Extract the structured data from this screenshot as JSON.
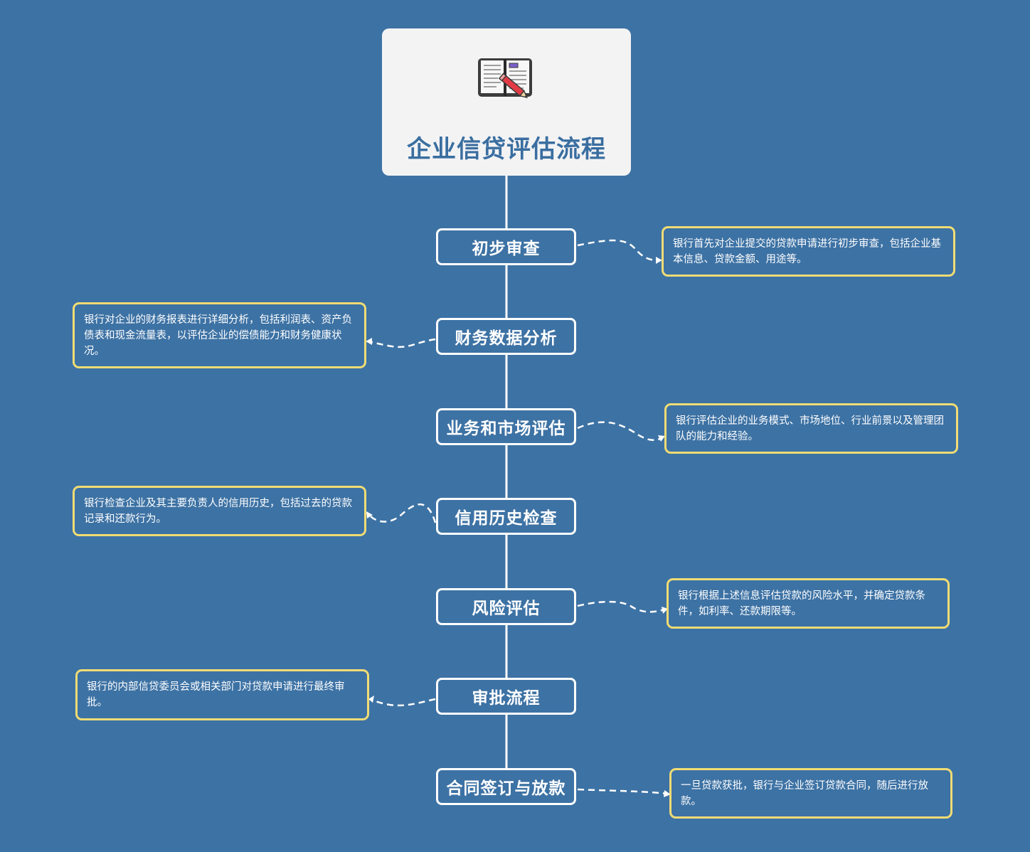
{
  "title": "企业信贷评估流程",
  "icons": {
    "title_icon": "open-book-pencil-icon"
  },
  "colors": {
    "background": "#3d72a4",
    "title_card": "#f3f3f4",
    "title_text": "#3a6ea0",
    "step_border": "#ffffff",
    "note_border": "#f1dc74"
  },
  "steps": [
    {
      "label": "初步审查",
      "note": "银行首先对企业提交的贷款申请进行初步审查，包括企业基本信息、贷款金额、用途等。"
    },
    {
      "label": "财务数据分析",
      "note": "银行对企业的财务报表进行详细分析，包括利润表、资产负债表和现金流量表，以评估企业的偿债能力和财务健康状况。"
    },
    {
      "label": "业务和市场评估",
      "note": "银行评估企业的业务模式、市场地位、行业前景以及管理团队的能力和经验。"
    },
    {
      "label": "信用历史检查",
      "note": "银行检查企业及其主要负责人的信用历史，包括过去的贷款记录和还款行为。"
    },
    {
      "label": "风险评估",
      "note": "银行根据上述信息评估贷款的风险水平，并确定贷款条件，如利率、还款期限等。"
    },
    {
      "label": "审批流程",
      "note": "银行的内部信贷委员会或相关部门对贷款申请进行最终审批。"
    },
    {
      "label": "合同签订与放款",
      "note": "一旦贷款获批，银行与企业签订贷款合同，随后进行放款。"
    }
  ]
}
